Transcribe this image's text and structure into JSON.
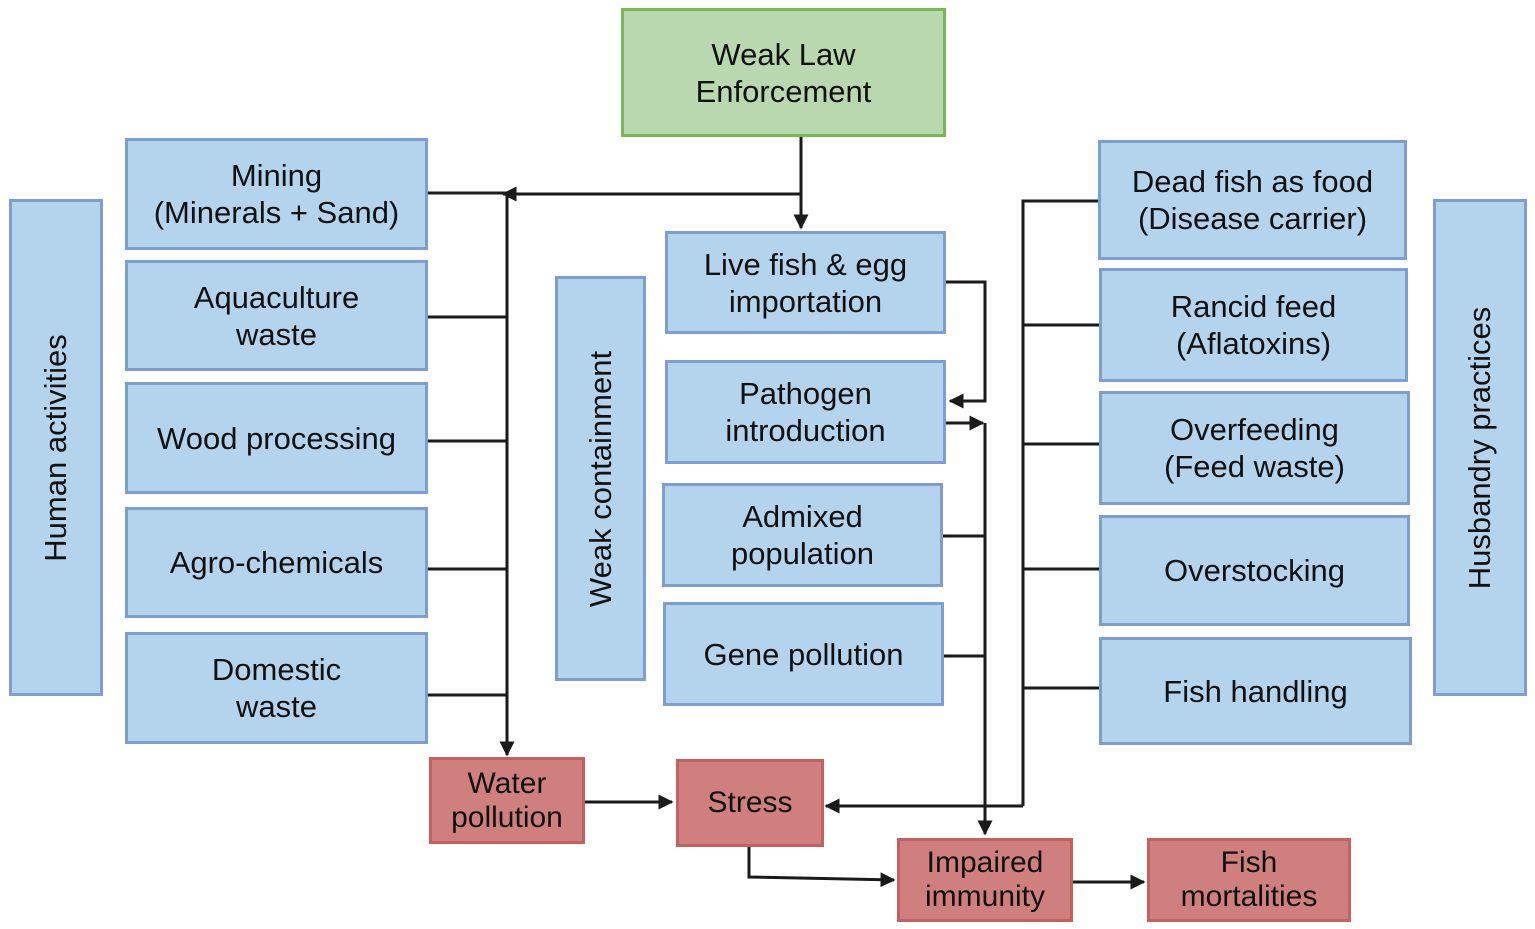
{
  "top": {
    "label": "Weak Law\nEnforcement"
  },
  "left_column": {
    "title": "Human activities",
    "items": [
      "Mining\n(Minerals + Sand)",
      "Aquaculture\nwaste",
      "Wood processing",
      "Agro-chemicals",
      "Domestic\nwaste"
    ]
  },
  "middle_column": {
    "title": "Weak containment",
    "items": [
      "Live fish & egg\nimportation",
      "Pathogen\nintroduction",
      "Admixed\npopulation",
      "Gene pollution"
    ]
  },
  "right_column": {
    "title": "Husbandry practices",
    "items": [
      "Dead fish as food\n(Disease carrier)",
      "Rancid feed\n(Aflatoxins)",
      "Overfeeding\n(Feed waste)",
      "Overstocking",
      "Fish handling"
    ]
  },
  "outcomes": {
    "water_pollution": "Water\npollution",
    "stress": "Stress",
    "impaired_immunity": "Impaired\nimmunity",
    "fish_mortalities": "Fish\nmortalities"
  },
  "colors": {
    "blue_fill": "#b4d3ec",
    "blue_border": "#7f9ed0",
    "green_fill": "#b9d8b0",
    "green_border": "#76b852",
    "red_fill": "#d07f7f",
    "red_border": "#c56060",
    "line": "#1a1a1a"
  }
}
